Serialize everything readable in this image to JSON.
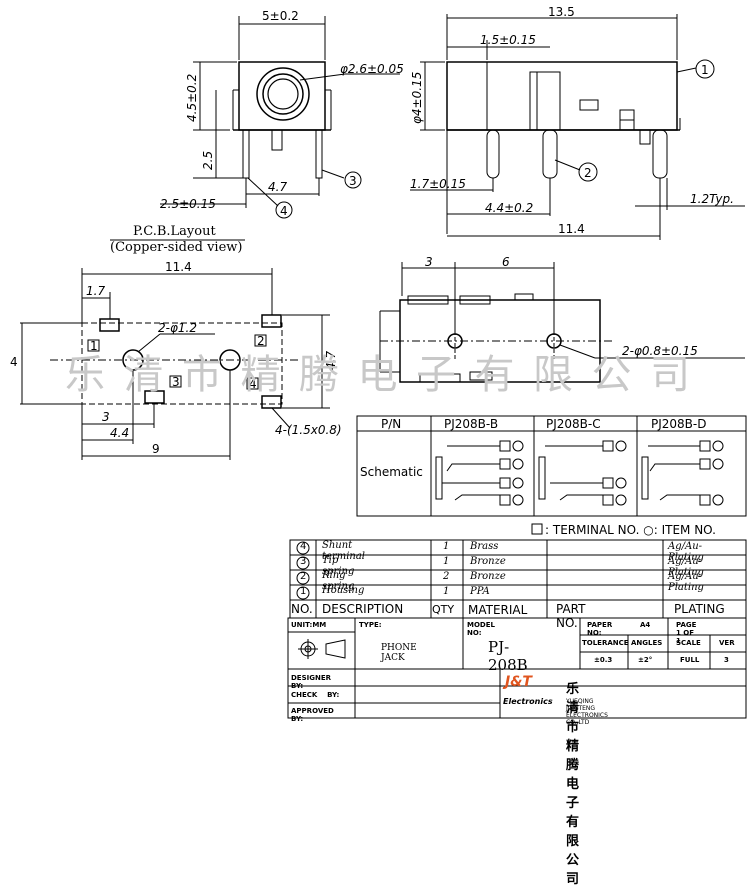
{
  "front_view": {
    "width_dim": "5±0.2",
    "hole_dim": "φ2.6±0.05",
    "height_dim": "4.5±0.2",
    "pin_len": "2.5",
    "pin_offset": "2.5±0.15",
    "pin_span": "4.7",
    "callout_3": "3",
    "callout_4": "4"
  },
  "side_view": {
    "total_len": "13.5",
    "front_len": "1.5±0.15",
    "dia_dim": "φ4±0.15",
    "pin_x1": "1.7±0.15",
    "pin_x2": "4.4±0.2",
    "body_len": "11.4",
    "typ": "1.2Typ.",
    "callout_1": "1",
    "callout_2": "2"
  },
  "pcb": {
    "title": "P.C.B.Layout",
    "subtitle": "(Copper-sided view)",
    "width": "11.4",
    "pad_x": "1.7",
    "hole_dim": "2-φ1.2",
    "height": "4",
    "d3": "3",
    "d44": "4.4",
    "d9": "9",
    "pad_dim": "4-(1.5x0.8)",
    "h47": "4.7",
    "pad_labels": [
      "1",
      "2",
      "3",
      "4"
    ]
  },
  "bottom_view": {
    "d3": "3",
    "d6": "6",
    "hole_dim": "2-φ0.8±0.15"
  },
  "watermark": "乐清市精腾电子有限公司",
  "schematic": {
    "pn_label": "P/N",
    "variants": [
      "PJ208B-B",
      "PJ208B-C",
      "PJ208B-D"
    ],
    "row_label": "Schematic",
    "legend": ": TERMINAL NO. ○: ITEM NO."
  },
  "bom": {
    "rows": [
      {
        "no": "4",
        "desc": "Shunt terminal",
        "qty": "1",
        "mat": "Brass",
        "plating": "Ag/Au-Plating"
      },
      {
        "no": "3",
        "desc": "Tip spring",
        "qty": "1",
        "mat": "Bronze",
        "plating": "Ag/Au-Plating"
      },
      {
        "no": "2",
        "desc": "Ring spring",
        "qty": "2",
        "mat": "Bronze",
        "plating": "Ag/Au-Plating"
      },
      {
        "no": "1",
        "desc": "Housing",
        "qty": "1",
        "mat": "PPA",
        "plating": ""
      }
    ],
    "headers": {
      "no": "NO.",
      "desc": "DESCRIPTION",
      "qty": "QTY",
      "mat": "MATERIAL",
      "part": "PART NO.",
      "plating": "PLATING"
    }
  },
  "title_block": {
    "unit": "UNIT:MM",
    "type_label": "TYPE:",
    "type_value": "PHONE JACK",
    "model_label": "MODEL NO:",
    "model_value": "PJ-208B",
    "paper_label": "PAPER NO:",
    "paper_value": "A4",
    "page": "PAGE 1 OF 1",
    "tolerance": "TOLERANCE",
    "angles": "ANGLES",
    "scale": "SCALE",
    "ver": "VER",
    "tol_val": "±0.3",
    "ang_val": "±2°",
    "scale_val": "FULL",
    "ver_val": "3",
    "designer": "DESIGNER BY:",
    "check": "CHECK    BY:",
    "approved": "APPROVED BY:",
    "logo": "J&T",
    "logo_sub": "Electronics",
    "company_cn": "乐清市精腾电子有限公司",
    "company_en": "YUEQING JINGTENG ELECTRONICS CO.,LTD"
  }
}
